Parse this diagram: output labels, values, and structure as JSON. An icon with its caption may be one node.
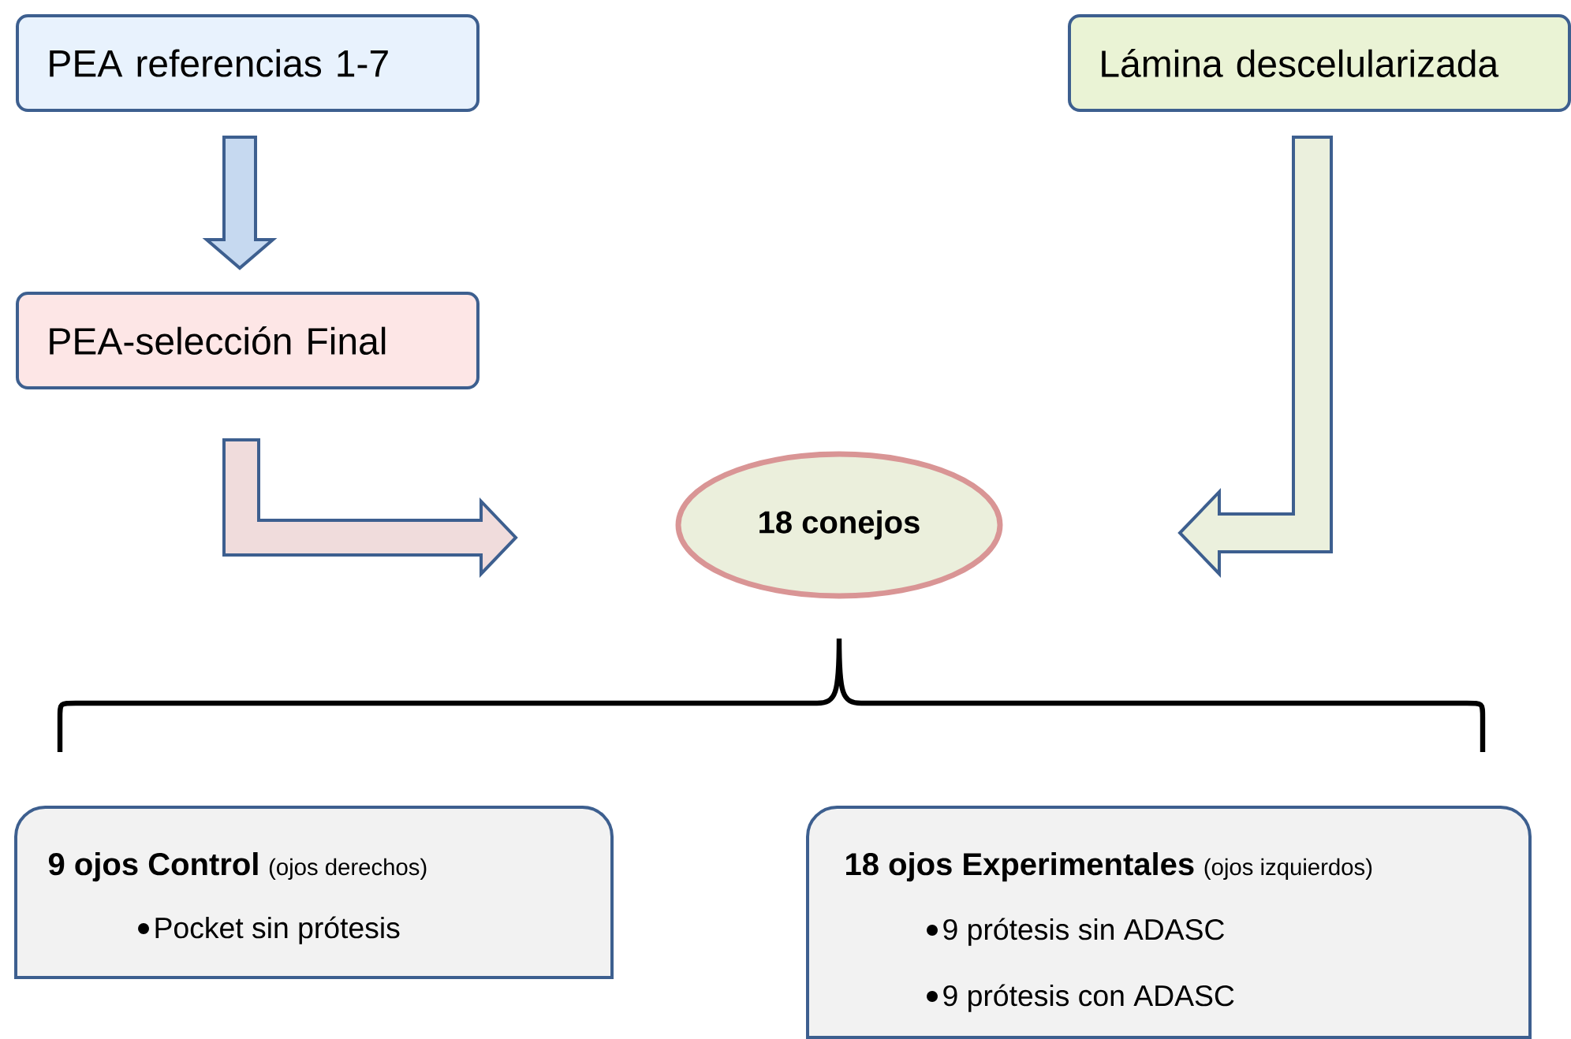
{
  "diagram": {
    "nodes": [
      {
        "text": [
          "PEA referencias 1-7"
        ]
      },
      {
        "text": [
          "Lámina descelularizada"
        ]
      },
      {
        "text": [
          "PEA-selección Final"
        ]
      },
      {
        "text": [
          "18 conejos"
        ]
      },
      {
        "text": [
          "9 ojos Control",
          "(ojos derechos)",
          "Pocket sin prótesis"
        ]
      },
      {
        "text": [
          "18 ojos Experimentales",
          "(ojos izquierdos)",
          "9 prótesis sin ADASC",
          "9 prótesis con ADASC"
        ]
      }
    ],
    "edges": [
      {
        "from": 0,
        "to": 2,
        "arrow": "to"
      },
      {
        "from": 2,
        "to": 3,
        "arrow": "to"
      },
      {
        "from": 1,
        "to": 3,
        "arrow": "to"
      }
    ]
  }
}
